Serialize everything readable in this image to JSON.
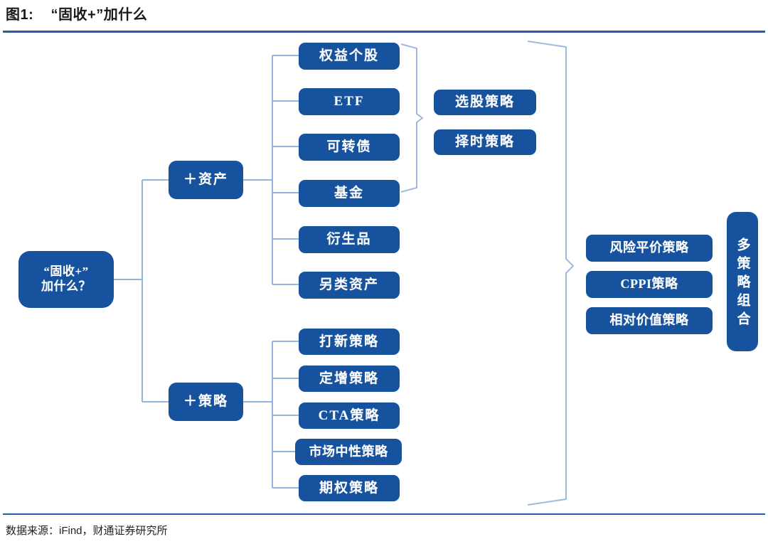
{
  "figure": {
    "title": "图1:    “固收+”加什么",
    "source_note": "数据来源：iFind，财通证券研究所",
    "accent_color": "#1f5fa8",
    "node_fill_color": "#16529E",
    "connector_color": "#93b4dc"
  },
  "diagram": {
    "root": {
      "label": "“固收+”\n加什么？"
    },
    "branches": [
      {
        "label": "＋资产"
      },
      {
        "label": "＋策略"
      }
    ],
    "asset_leaves": [
      {
        "label": "权益个股"
      },
      {
        "label": "ETF"
      },
      {
        "label": "可转债"
      },
      {
        "label": "基金"
      },
      {
        "label": "衍生品"
      },
      {
        "label": "另类资产"
      }
    ],
    "asset_strategy_leaves": [
      {
        "label": "选股策略"
      },
      {
        "label": "择时策略"
      }
    ],
    "strategy_leaves": [
      {
        "label": "打新策略"
      },
      {
        "label": "定增策略"
      },
      {
        "label": "CTA策略"
      },
      {
        "label": "市场中性策略"
      },
      {
        "label": "期权策略"
      }
    ],
    "combination_leaves": [
      {
        "label": "风险平价策略"
      },
      {
        "label": "CPPI策略"
      },
      {
        "label": "相对价值策略"
      }
    ],
    "final_node": {
      "label": "多策略组合"
    }
  }
}
